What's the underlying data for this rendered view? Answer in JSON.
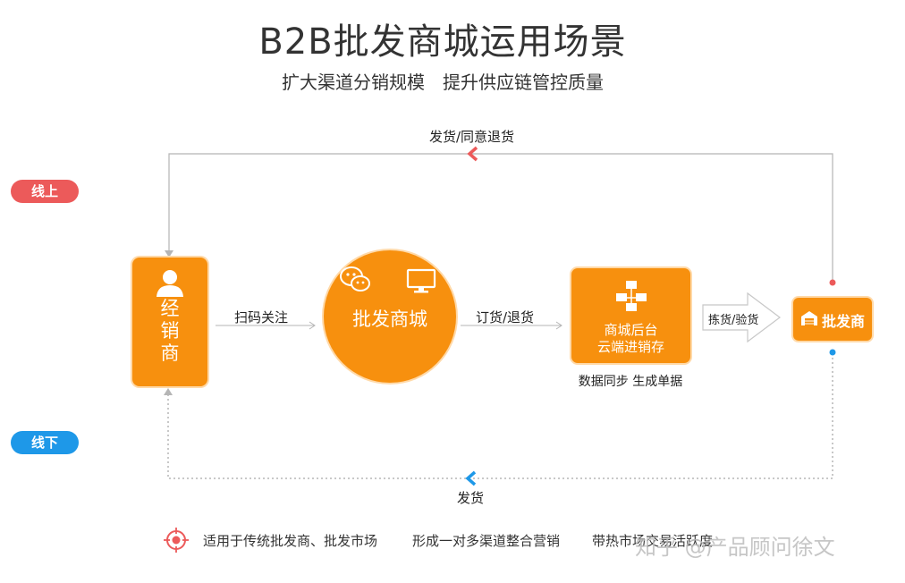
{
  "title": "B2B批发商城运用场景",
  "subtitle": "扩大渠道分销规模　提升供应链管控质量",
  "tags": {
    "online": "线上",
    "offline": "线下"
  },
  "flows": {
    "top": "发货/同意退货",
    "bottom": "发货",
    "scan": "扫码关注",
    "order": "订货/退货",
    "pick": "拣货/验货"
  },
  "nodes": {
    "distributor": [
      "经",
      "销",
      "商"
    ],
    "mall": "批发商城",
    "backend_line1": "商城后台",
    "backend_line2": "云端进销存",
    "backend_caption": "数据同步  生成单据",
    "wholesaler": "批发商"
  },
  "footer": {
    "item1": "适用于传统批发商、批发市场",
    "item2": "形成一对多渠道整合营销",
    "item3": "带热市场交易活跃度"
  },
  "watermark": "知乎 @产品顾问徐文",
  "colors": {
    "orange": "#f7900e",
    "red": "#ec5a5a",
    "blue": "#1e98e8",
    "line": "#b5b5b5"
  }
}
